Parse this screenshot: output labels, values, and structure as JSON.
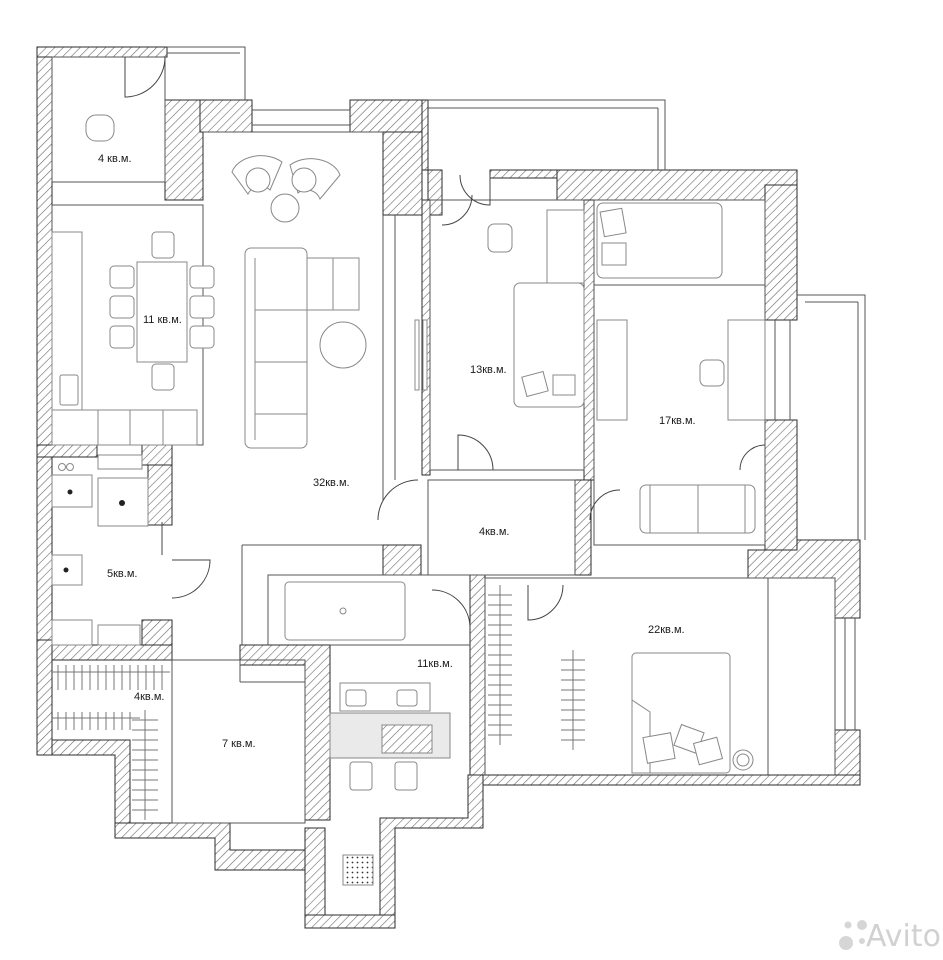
{
  "rooms": [
    {
      "id": "office",
      "label": "4 кв.м."
    },
    {
      "id": "dining",
      "label": "11 кв.м."
    },
    {
      "id": "living",
      "label": "32кв.м."
    },
    {
      "id": "bedroom-small",
      "label": "13кв.м."
    },
    {
      "id": "bedroom-right",
      "label": "17кв.м."
    },
    {
      "id": "corridor",
      "label": "4кв.м."
    },
    {
      "id": "bathroom-left",
      "label": "5кв.м."
    },
    {
      "id": "master-bedroom",
      "label": "22кв.м."
    },
    {
      "id": "bathroom-main",
      "label": "11кв.м."
    },
    {
      "id": "wardrobe",
      "label": "4кв.м."
    },
    {
      "id": "hall",
      "label": "7 кв.м."
    }
  ],
  "watermark": {
    "text": "Avito",
    "icon": "avito-logo-icon"
  },
  "colors": {
    "wall_stroke": "#2b2b2b",
    "line": "#555555",
    "hatch": "#6a6a6a",
    "furniture": "#888888"
  }
}
